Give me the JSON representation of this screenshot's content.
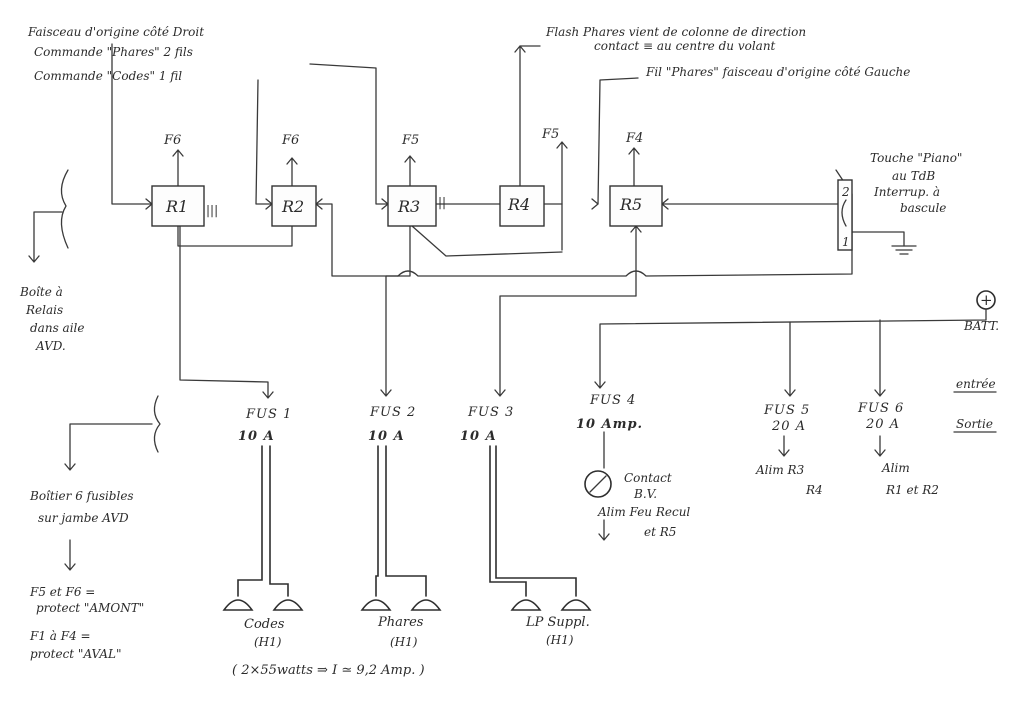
{
  "header": {
    "left_line1": "Faisceau d'origine côté Droit",
    "left_line2": "Commande \"Phares\" 2 fils",
    "left_line3": "Commande \"Codes\" 1 fil",
    "flash_line1": "Flash Phares vient de colonne de direction",
    "flash_line2": "contact ≡ au centre du volant",
    "right_line": "Fil \"Phares\" faisceau d'origine côté Gauche"
  },
  "relays": [
    {
      "label": "R1",
      "feed": "F6"
    },
    {
      "label": "R2",
      "feed": "F6"
    },
    {
      "label": "R3",
      "feed": "F5"
    },
    {
      "label": "R4",
      "feed": "F5"
    },
    {
      "label": "R5",
      "feed": "F4"
    }
  ],
  "ground_marks": {
    "r1": "|||",
    "r3": "||"
  },
  "switch": {
    "line1": "Touche \"Piano\"",
    "line2": "au TdB",
    "line3": "Interrup. à",
    "line4": "bascule",
    "pos_top": "2",
    "pos_bottom": "1"
  },
  "battery": {
    "symbol": "+",
    "label": "BATT."
  },
  "legend": {
    "entree": "entrée",
    "sortie": "Sortie"
  },
  "left_notes": {
    "boite_line1": "Boîte à",
    "boite_line2": "Relais",
    "boite_line3": "dans aile",
    "boite_line4": "AVD.",
    "boitier_line1": "Boîtier 6 fusibles",
    "boitier_line2": "sur jambe AVD",
    "f5f6_line1": "F5 et F6 =",
    "f5f6_line2": "protect \"AMONT\"",
    "f1f4_line1": "F1 à F4 =",
    "f1f4_line2": "protect \"AVAL\""
  },
  "fuses": [
    {
      "name": "FUS 1",
      "rating": "10 A"
    },
    {
      "name": "FUS 2",
      "rating": "10 A"
    },
    {
      "name": "FUS 3",
      "rating": "10 A"
    },
    {
      "name": "FUS 4",
      "rating": "10 Amp."
    },
    {
      "name": "FUS 5",
      "rating": "20 A"
    },
    {
      "name": "FUS 6",
      "rating": "20 A"
    }
  ],
  "fuse4_notes": {
    "contact_line1": "Contact",
    "contact_line2": "B.V.",
    "alim_line1": "Alim Feu Recul",
    "alim_line2": "et R5"
  },
  "fuse5_notes": {
    "line1": "Alim R3",
    "line2": "R4"
  },
  "fuse6_notes": {
    "line1": "Alim",
    "line2": "R1 et R2"
  },
  "lamps": [
    {
      "name": "Codes",
      "sub": "(H1)"
    },
    {
      "name": "Phares",
      "sub": "(H1)"
    },
    {
      "name": "LP Suppl.",
      "sub": "(H1)"
    }
  ],
  "power_note": "( 2×55watts ⇒ I ≃ 9,2 Amp. )"
}
